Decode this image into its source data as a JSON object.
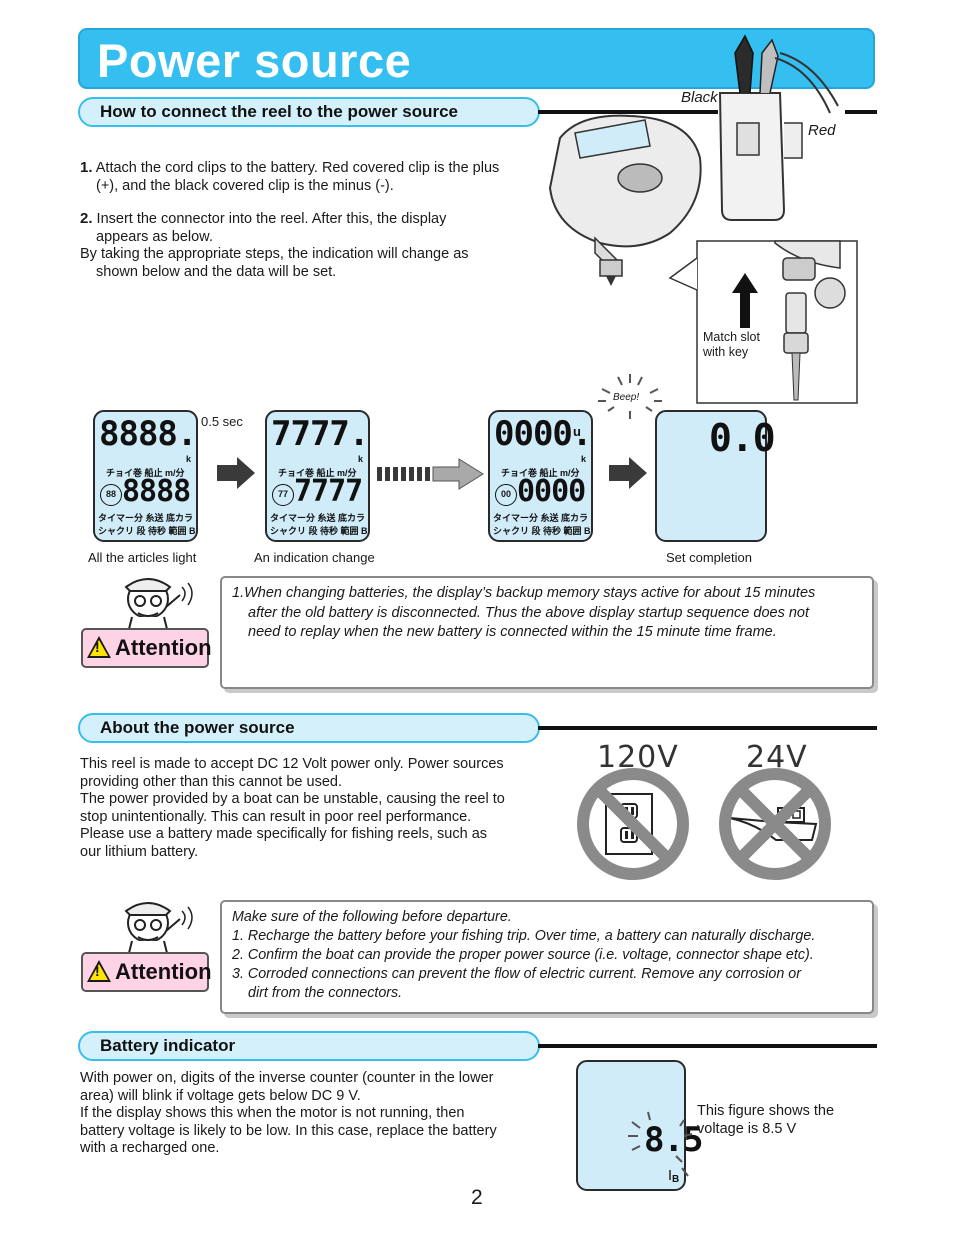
{
  "page": {
    "title": "Power source",
    "page_number": "2"
  },
  "section1": {
    "heading": "How to connect the reel to the power source",
    "step1_num": "1.",
    "step1_text_a": "Attach the cord clips to the battery. Red covered clip is the plus",
    "step1_text_b": "(+), and the black covered clip is the minus (-).",
    "step2_num": "2.",
    "step2_text_a": "Insert the connector into the reel. After this, the display",
    "step2_text_b": "appears as below.",
    "step2_text_c": "By taking the appropriate steps, the indication will change as",
    "step2_text_d": "shown below and the data will be set.",
    "label_black": "Black",
    "label_red": "Red",
    "label_match_a": "Match slot",
    "label_match_b": "with key",
    "beep": "Beep",
    "half_sec": "0.5 sec",
    "caption_all": "All the articles light",
    "caption_change": "An indication change",
    "caption_set": "Set completion"
  },
  "lcd": {
    "screen1_top": "8888.",
    "screen1_bottom": "8888",
    "screen1_circle": "88",
    "screen2_top": "7777.",
    "screen2_bottom": "7777",
    "screen2_circle": "77",
    "screen3_top": "0000.",
    "screen3_bottom": "0000",
    "screen3_circle": "00",
    "screen4_value": "0.0",
    "suffix_k": "k",
    "suffix_u": "u",
    "row1": "チョイ巻 船止 m/分",
    "row2": "タイマー分 糸送 底カラ",
    "row3": "シャクリ 段 待秒 範囲 B"
  },
  "attention1": {
    "label": "Attention",
    "line1": "1.When changing batteries, the display’s backup memory stays active for about 15 minutes",
    "line2": "after the old battery is disconnected.  Thus the above display startup sequence does not",
    "line3": "need to replay when the new battery is connected within the 15 minute time frame."
  },
  "section2": {
    "heading": "About the power source",
    "line1": "This reel is made to accept DC 12 Volt power only. Power sources",
    "line2": "providing other than this cannot be used.",
    "line3": "The power provided by a boat can be unstable, causing the reel to",
    "line4": "stop unintentionally. This can result in poor reel performance.",
    "line5": "Please use a battery made specifically for fishing reels, such as",
    "line6": "our lithium battery.",
    "label_120v": "120V",
    "label_24v": "24V"
  },
  "attention2": {
    "label": "Attention",
    "line0": "Make sure of the following before departure.",
    "line1": "1. Recharge the battery before your fishing trip. Over time, a battery can naturally discharge.",
    "line2": "2. Confirm the boat can provide the proper power source (i.e. voltage, connector shape etc).",
    "line3": "3. Corroded connections can prevent the flow of electric current. Remove any corrosion or",
    "line4": "dirt from the connectors."
  },
  "section3": {
    "heading": "Battery indicator",
    "line1": "With power on, digits of the inverse counter (counter in the lower",
    "line2": "area) will blink if voltage gets below DC 9 V.",
    "line3": "If the display shows this when the motor is not running, then",
    "line4": "battery voltage is likely to be low. In this case, replace the battery",
    "line5": "with a recharged one.",
    "voltage_display": "8.5",
    "battery_mark": "B",
    "caption_a": "This figure shows the",
    "caption_b": "voltage is 8.5 V"
  },
  "colors": {
    "banner": "#35bff0",
    "pill_fill": "#d4f1fb",
    "lcd_fill": "#cfecf8",
    "attention_fill": "#ffd3e6",
    "prohibit_gray": "#8a8a8a"
  }
}
